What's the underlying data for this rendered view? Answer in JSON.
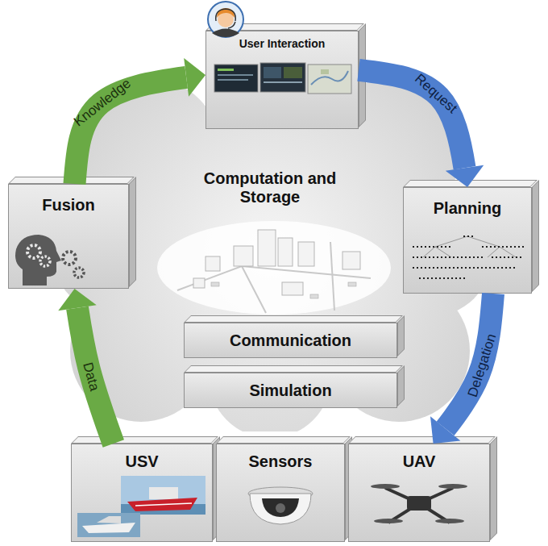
{
  "diagram": {
    "nodes": [
      {
        "text": [
          "User Interaction"
        ]
      },
      {
        "text": [
          "Fusion"
        ]
      },
      {
        "text": [
          "Computation and Storage"
        ]
      },
      {
        "text": [
          "Planning"
        ]
      },
      {
        "text": [
          "Communication"
        ],
        "in": 2
      },
      {
        "text": [
          "Simulation"
        ],
        "in": 2
      },
      {
        "text": [
          "USV"
        ]
      },
      {
        "text": [
          "Sensors"
        ]
      },
      {
        "text": [
          "UAV"
        ]
      }
    ],
    "edges": [
      {
        "from": 1,
        "to": 0,
        "label": "Knowledge",
        "arrow": "to"
      },
      {
        "from": 0,
        "to": 3,
        "label": "Request",
        "arrow": "to"
      },
      {
        "from": 3,
        "to": 8,
        "label": "Delegation",
        "arrow": "to"
      },
      {
        "from": 6,
        "to": 1,
        "label": "Data",
        "arrow": "to"
      }
    ]
  }
}
